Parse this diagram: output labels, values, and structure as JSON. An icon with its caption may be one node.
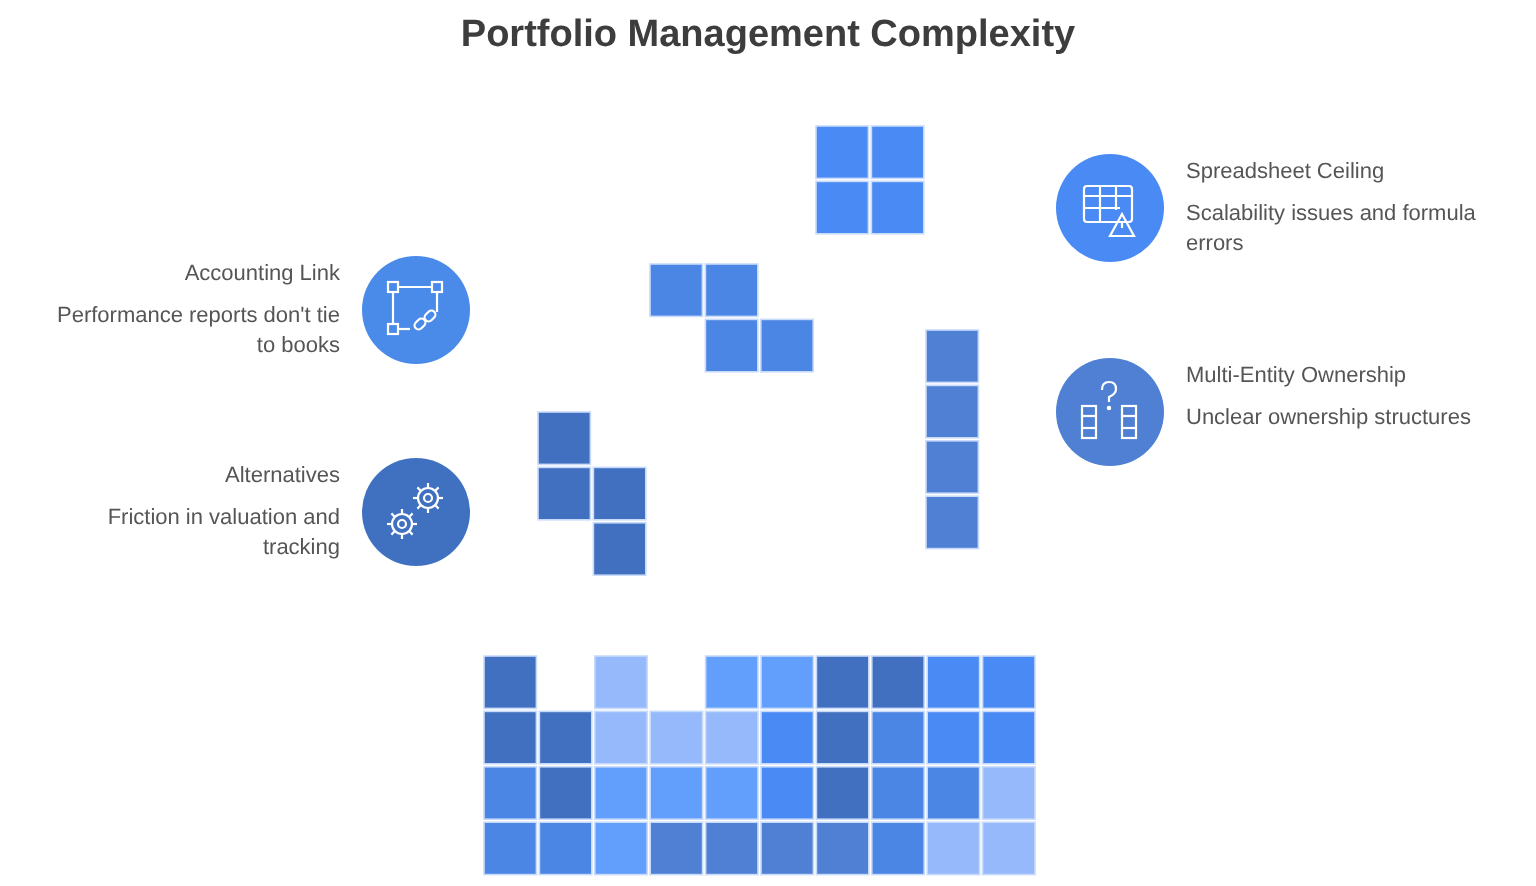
{
  "diagram": {
    "title": "Portfolio Management Complexity",
    "nodes": [
      {
        "text": [
          "Spreadsheet Ceiling",
          "Scalability issues and formula errors"
        ]
      },
      {
        "text": [
          "Accounting Link",
          "Performance reports don't tie to books"
        ]
      },
      {
        "text": [
          "Multi-Entity Ownership",
          "Unclear ownership structures"
        ]
      },
      {
        "text": [
          "Alternatives",
          "Friction in valuation and tracking"
        ]
      }
    ]
  }
}
